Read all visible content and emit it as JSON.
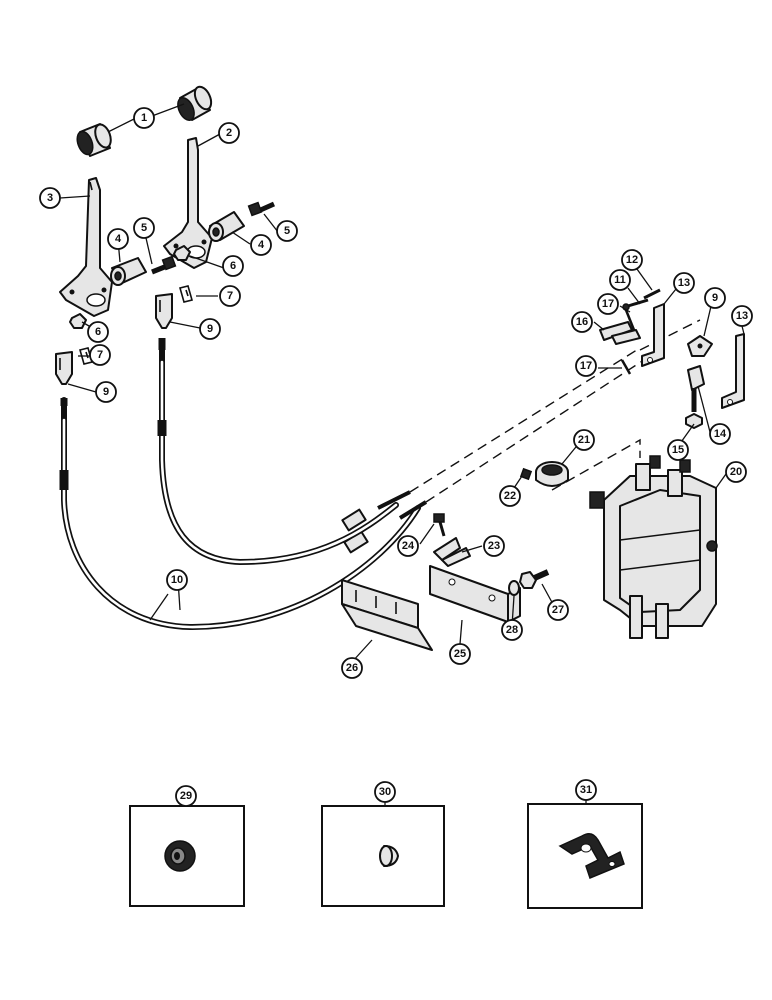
{
  "callouts": {
    "c1": "1",
    "c2": "2",
    "c3": "3",
    "c4a": "4",
    "c4b": "4",
    "c5a": "5",
    "c5b": "5",
    "c6a": "6",
    "c6b": "6",
    "c7a": "7",
    "c7b": "7",
    "c9a": "9",
    "c9b": "9",
    "c9c": "9",
    "c10": "10",
    "c11": "11",
    "c12": "12",
    "c13a": "13",
    "c13b": "13",
    "c14": "14",
    "c15": "15",
    "c16": "16",
    "c17a": "17",
    "c17b": "17",
    "c20": "20",
    "c21": "21",
    "c22": "22",
    "c23": "23",
    "c24": "24",
    "c25": "25",
    "c26": "26",
    "c27": "27",
    "c28": "28",
    "c29": "29",
    "c30": "30",
    "c31": "31"
  },
  "icons": {
    "knob": "cylinder-knob-icon",
    "lever": "control-lever-icon",
    "cable": "control-cable-icon",
    "valve": "control-valve-icon",
    "grommet": "grommet-icon",
    "plug": "plug-icon",
    "clip": "cable-clip-icon"
  }
}
